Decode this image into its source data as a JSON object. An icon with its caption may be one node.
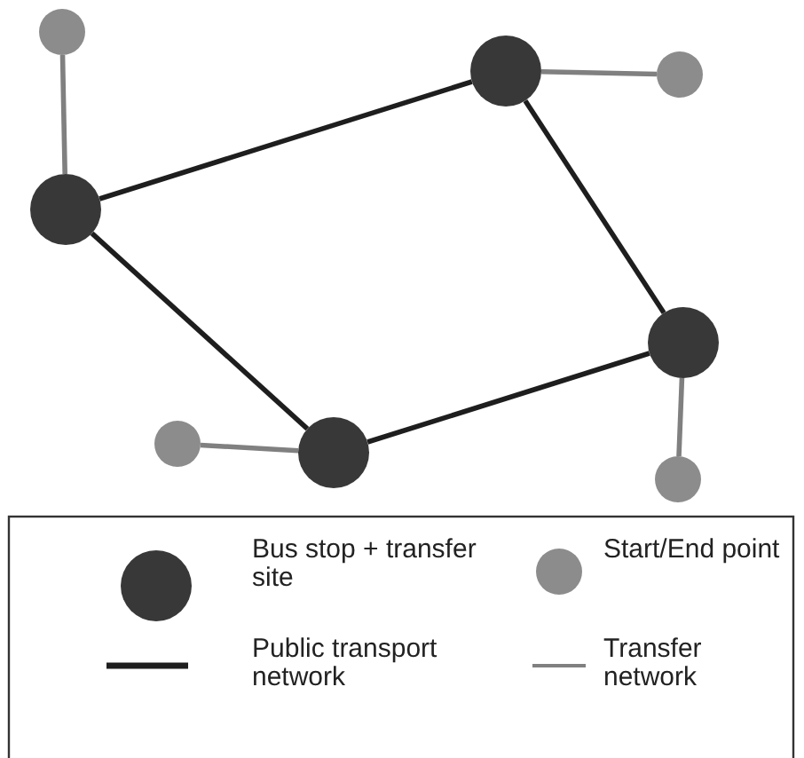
{
  "diagram": {
    "nodes": [
      {
        "text": [],
        "shape": "circle"
      },
      {
        "text": [],
        "shape": "circle"
      },
      {
        "text": [],
        "shape": "circle"
      },
      {
        "text": [],
        "shape": "circle"
      },
      {
        "text": [],
        "shape": "circle"
      },
      {
        "text": [],
        "shape": "circle"
      },
      {
        "text": [],
        "shape": "circle"
      },
      {
        "text": [],
        "shape": "circle"
      }
    ],
    "edges": [
      {
        "from": 3,
        "to": 1,
        "arrow": "none"
      },
      {
        "from": 1,
        "to": 4,
        "arrow": "none"
      },
      {
        "from": 4,
        "to": 6,
        "arrow": "none"
      },
      {
        "from": 6,
        "to": 3,
        "arrow": "none"
      },
      {
        "from": 0,
        "to": 3,
        "arrow": "none",
        "color": "#808080"
      },
      {
        "from": 1,
        "to": 2,
        "arrow": "none",
        "color": "#808080"
      },
      {
        "from": 4,
        "to": 7,
        "arrow": "none",
        "color": "#808080"
      },
      {
        "from": 5,
        "to": 6,
        "arrow": "none",
        "color": "#808080"
      }
    ],
    "legend": [
      {
        "text": "Bus stop + transfer site"
      },
      {
        "text": "Start/End point"
      },
      {
        "text": "Public transport network"
      },
      {
        "text": "Transfer network"
      }
    ]
  }
}
